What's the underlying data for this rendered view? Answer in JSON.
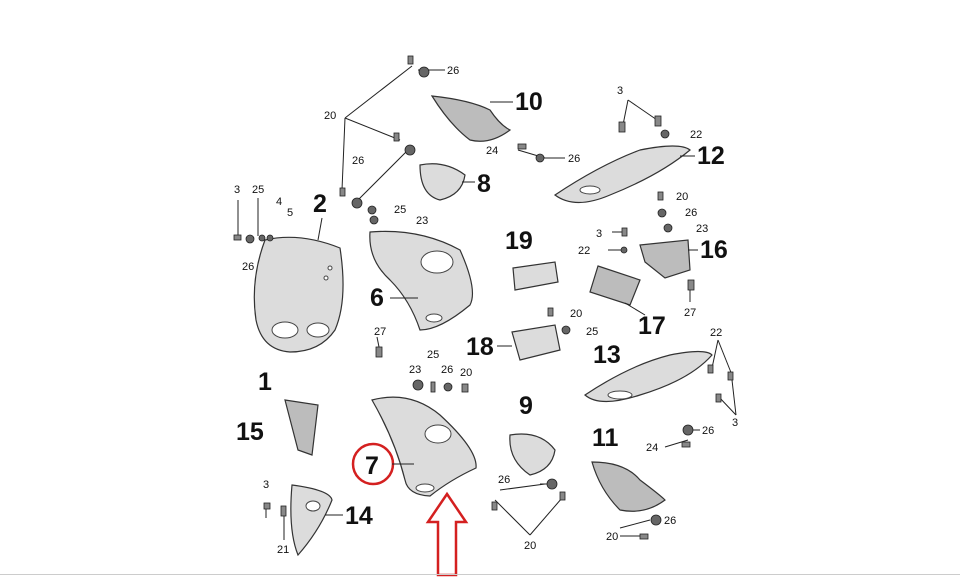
{
  "labels": {
    "p1": "1",
    "p2": "2",
    "p6": "6",
    "p7": "7",
    "p8": "8",
    "p9": "9",
    "p10": "10",
    "p11": "11",
    "p12": "12",
    "p13": "13",
    "p14": "14",
    "p15": "15",
    "p16": "16",
    "p17": "17",
    "p18": "18",
    "p19": "19"
  },
  "small_labels": {
    "s3a": "3",
    "s25a": "25",
    "s4": "4",
    "s5": "5",
    "s26a": "26",
    "s20a": "20",
    "s26b": "26",
    "s26c": "26",
    "s25b": "25",
    "s23a": "23",
    "s3b": "3",
    "s22a": "22",
    "s24a": "24",
    "s26d": "26",
    "s20b": "20",
    "s26e": "26",
    "s23b": "23",
    "s3c": "3",
    "s22b": "22",
    "s27a": "27",
    "s20c": "20",
    "s25c": "25",
    "s27b": "27",
    "s25d": "25",
    "s23c": "23",
    "s26f": "26",
    "s20d": "20",
    "s22c": "22",
    "s3d": "3",
    "s24b": "24",
    "s26g": "26",
    "s26h": "26",
    "s20e": "20",
    "s3e": "3",
    "s21": "21",
    "s26i": "26",
    "s20f": "20"
  },
  "highlight_color": "#d42020",
  "highlighted_part": "7"
}
